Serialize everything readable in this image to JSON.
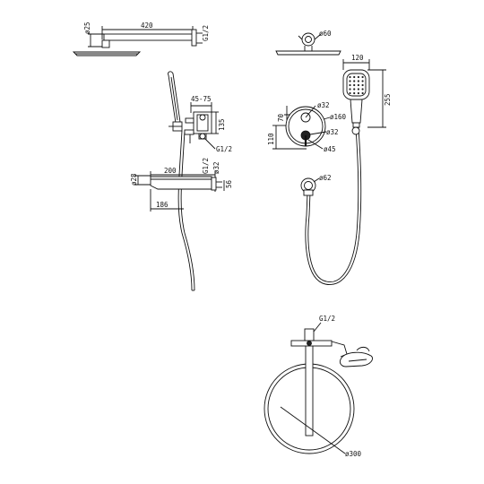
{
  "dimensions": {
    "d25": "ø25",
    "arm_420": "420",
    "g12_arm": "G1/2",
    "d60": "ø60",
    "w120": "120",
    "h255": "255",
    "range_45_75": "45-75",
    "h135": "135",
    "g12_valve": "G1/2",
    "d32_top": "ø32",
    "h70": "70",
    "d160": "ø160",
    "d32_mid": "ø32",
    "h110": "110",
    "d45": "ø45",
    "d28": "ø28",
    "w200": "200",
    "g12_spout": "G1/2",
    "d32_spout": "ø32",
    "h56": "56",
    "w186": "186",
    "d62": "ø62",
    "g12_bottom": "G1/2",
    "d300": "ø300"
  }
}
